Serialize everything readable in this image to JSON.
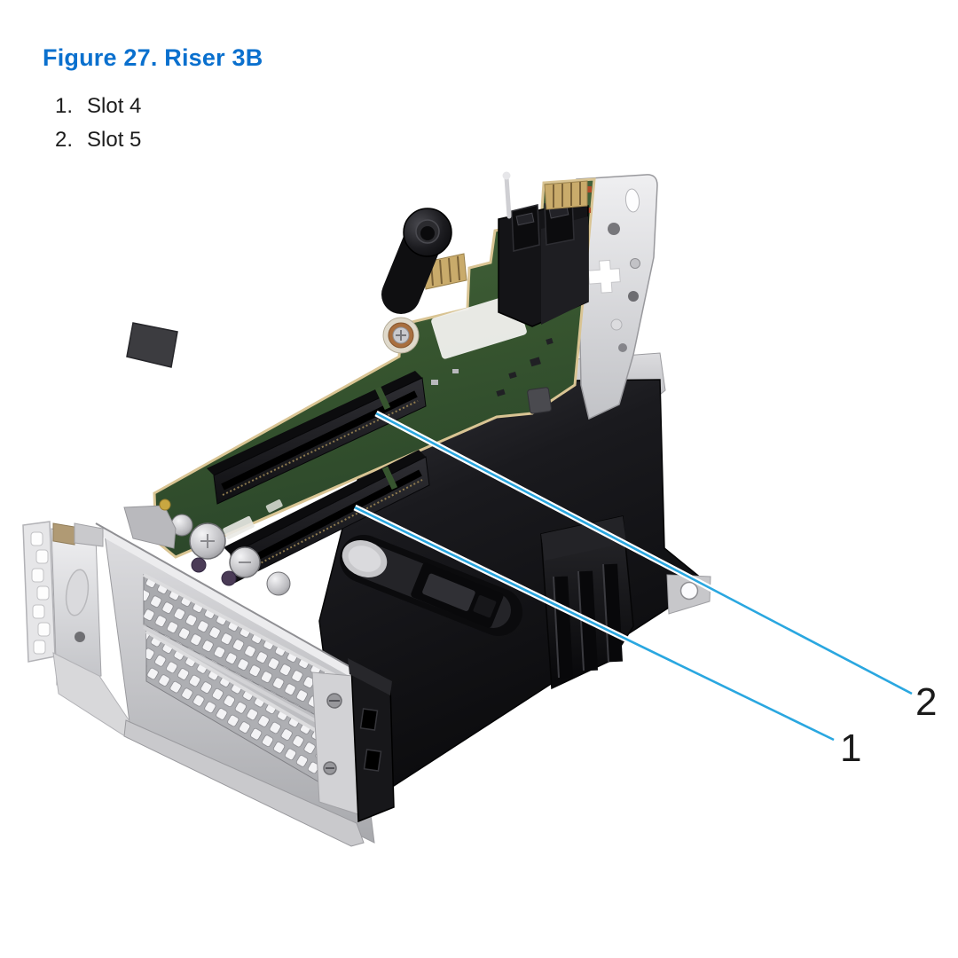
{
  "figure": {
    "title": "Figure 27. Riser 3B"
  },
  "callouts": [
    {
      "marker": "1.",
      "label": "Slot 4",
      "figure_label": "1"
    },
    {
      "marker": "2.",
      "label": "Slot 5",
      "figure_label": "2"
    }
  ],
  "colors": {
    "title_blue": "#0a70ce",
    "callout_line_blue": "#2aa7e0",
    "body_text": "#1c1c1c",
    "pcb_green": "#3a5c39",
    "pcb_edge_gold": "#d9c493",
    "chassis_gray": "#c9c9cc",
    "shroud_black": "#121214"
  }
}
